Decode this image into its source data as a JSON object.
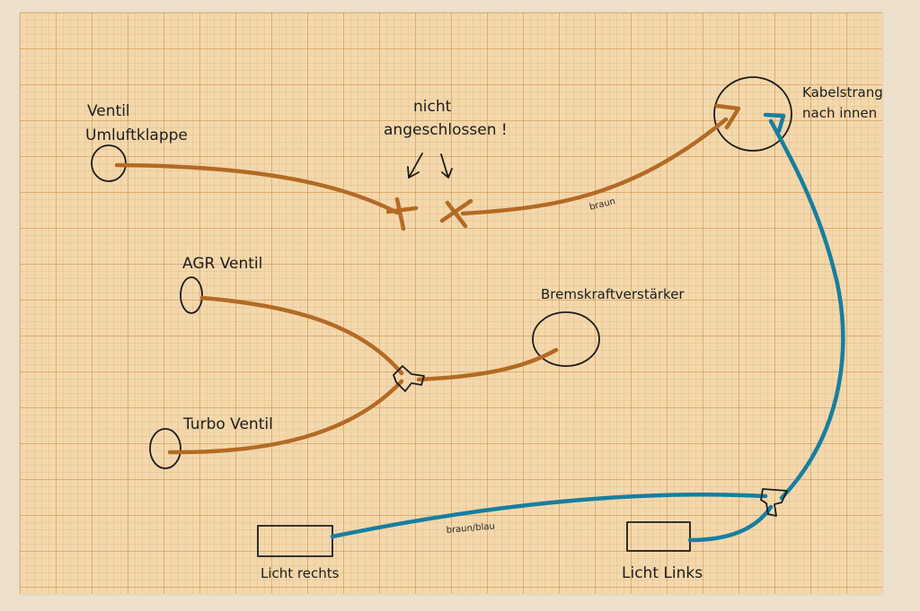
{
  "labels": {
    "ventil_umluftklappe_line1": "Ventil",
    "ventil_umluftklappe_line2": "Umluftklappe",
    "nicht_line1": "nicht",
    "nicht_line2": "angeschlossen !",
    "kabelstrang_line1": "Kabelstrang",
    "kabelstrang_line2": "nach innen",
    "braun": "braun",
    "agr_ventil": "AGR Ventil",
    "bremskraftverstaerker": "Bremskraftverstärker",
    "turbo_ventil": "Turbo Ventil",
    "braun_blau": "braun/blau",
    "licht_rechts": "Licht rechts",
    "licht_links": "Licht Links"
  },
  "colors": {
    "paper": "#f3d8ad",
    "grid": "#cd8c3c",
    "brown_line": "#b36a24",
    "blue_line": "#177ea0",
    "ink": "#1c1c1c"
  }
}
